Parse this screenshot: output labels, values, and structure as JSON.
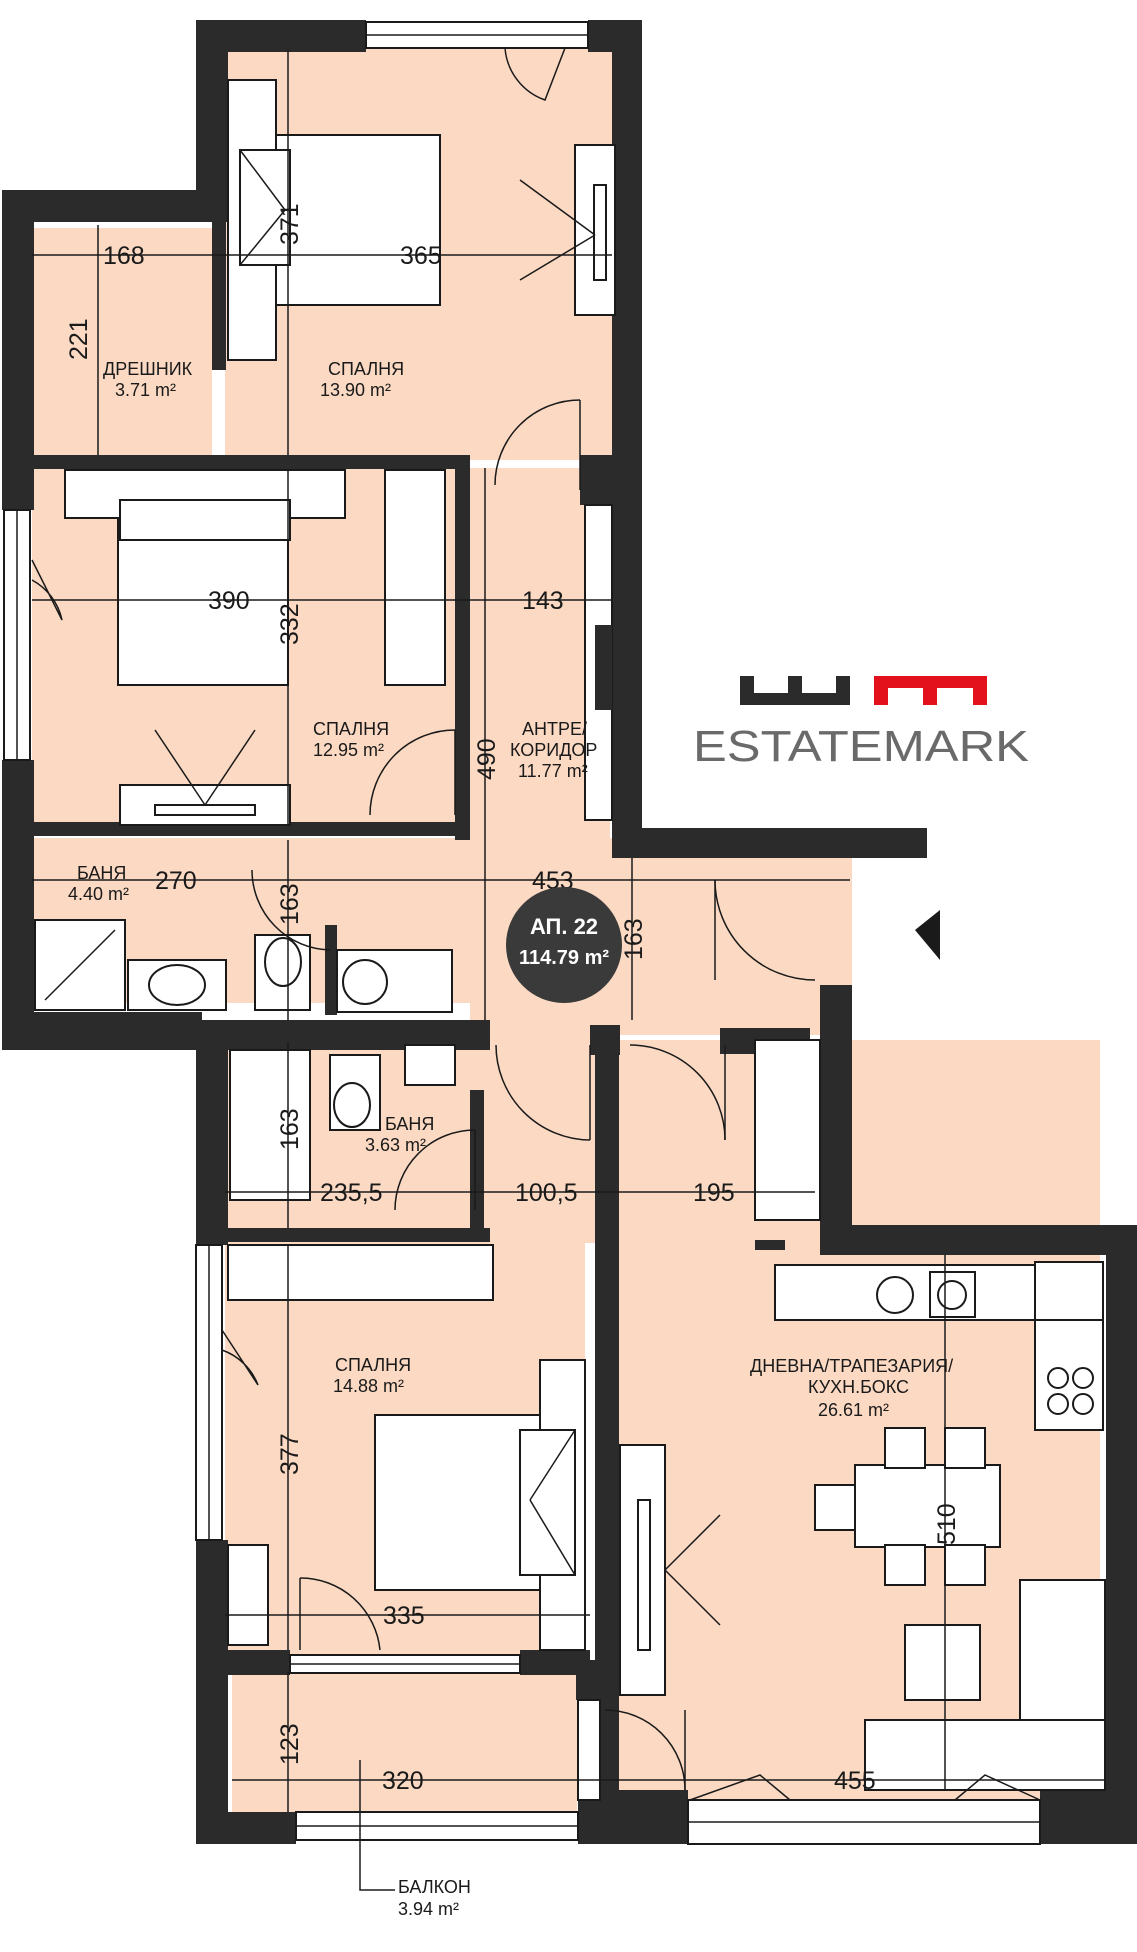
{
  "brand": {
    "name": "ESTATEMARK",
    "logo_mark": "wm",
    "accent_color": "#e3111c",
    "dark_color": "#2b2b2b"
  },
  "apartment": {
    "label": "АП. 22",
    "area": "114.79 m²"
  },
  "rooms": {
    "closet": {
      "name": "ДРЕШНИК",
      "area": "3.71 m²"
    },
    "bedroom1": {
      "name": "СПАЛНЯ",
      "area": "13.90 m²"
    },
    "bedroom2": {
      "name": "СПАЛНЯ",
      "area": "12.95 m²"
    },
    "hall": {
      "name_line1": "АНТРЕ/",
      "name_line2": "КОРИДОР",
      "area": "11.77 m²"
    },
    "bath1": {
      "name": "БАНЯ",
      "area": "4.40 m²"
    },
    "bath2": {
      "name": "БАНЯ",
      "area": "3.63 m²"
    },
    "bedroom3": {
      "name": "СПАЛНЯ",
      "area": "14.88 m²"
    },
    "living": {
      "name_line1": "ДНЕВНА/ТРАПЕЗАРИЯ/",
      "name_line2": "КУХН.БОКС",
      "area": "26.61 m²"
    },
    "balcony": {
      "name": "БАЛКОН",
      "area": "3.94 m²"
    }
  },
  "dimensions": {
    "closet_w": "168",
    "closet_h": "221",
    "bed1_h": "371",
    "bed1_w": "365",
    "bed2_w": "390",
    "bed2_h": "332",
    "hall_w": "143",
    "hall_h": "490",
    "bath1_w": "270",
    "bath1_h": "163",
    "corridor_w": "453",
    "entry_h": "163",
    "bath2_h": "163",
    "bath2_w": "235,5",
    "passage_w": "100,5",
    "living_w1": "195",
    "bed3_h": "377",
    "bed3_w": "335",
    "living_h": "510",
    "balcony_h": "123",
    "balcony_w": "320",
    "living_w2": "455"
  },
  "icons": {
    "entrance": "entrance-arrow-icon"
  }
}
